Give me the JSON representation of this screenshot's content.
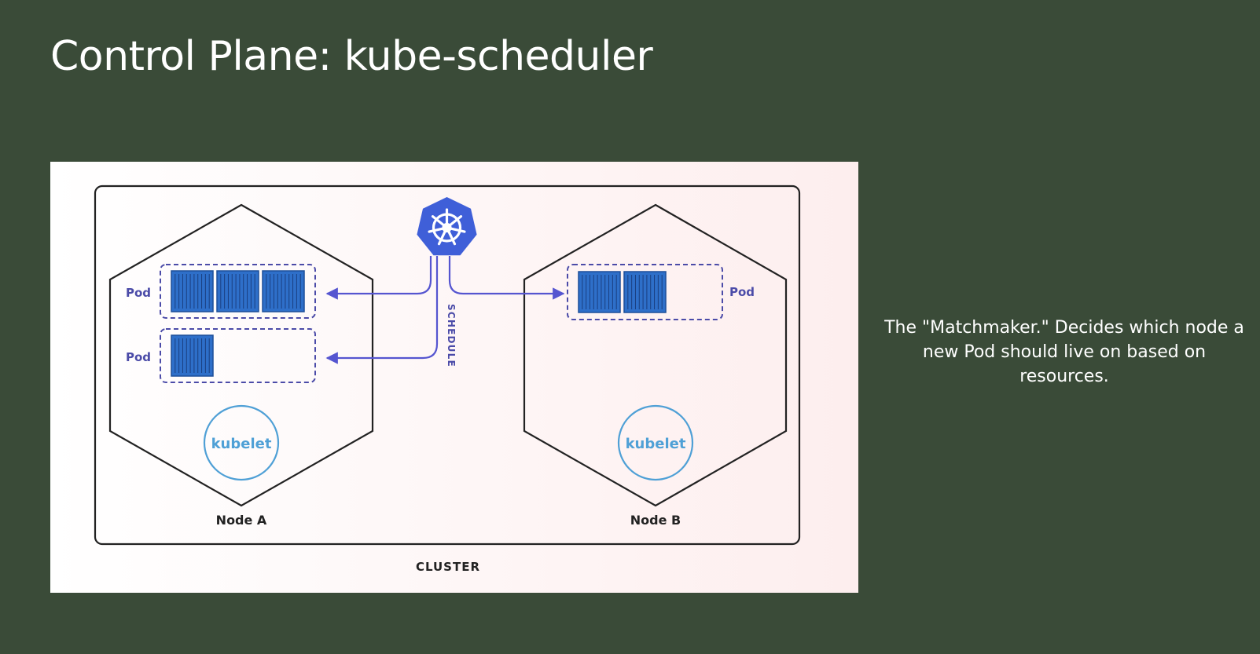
{
  "colors": {
    "background": "#3a4b38",
    "title_text": "#ffffff",
    "caption_text": "#ffffff",
    "figure_bg_left": "#ffffff",
    "figure_bg_right": "#fdeeee",
    "outline": "#222222",
    "pod_border": "#4b4ba8",
    "container_fill": "#2e6fc9",
    "arrow": "#5555d0",
    "kubelet": "#4fa0d6",
    "k8s_logo": "#3f5fd8"
  },
  "slide": {
    "title": "Control Plane: kube-scheduler",
    "caption": "The \"Matchmaker.\" Decides which node a new Pod should live on based on resources."
  },
  "diagram": {
    "cluster_label": "CLUSTER",
    "schedule_label": "SCHEDULE",
    "logo_icon": "kubernetes-helm-wheel-icon",
    "nodes": [
      {
        "label": "Node A",
        "kubelet_label": "kubelet",
        "pods": [
          {
            "label": "Pod",
            "containers": 3
          },
          {
            "label": "Pod",
            "containers": 1
          }
        ]
      },
      {
        "label": "Node B",
        "kubelet_label": "kubelet",
        "pods": [
          {
            "label": "Pod",
            "containers": 2
          }
        ]
      }
    ]
  }
}
